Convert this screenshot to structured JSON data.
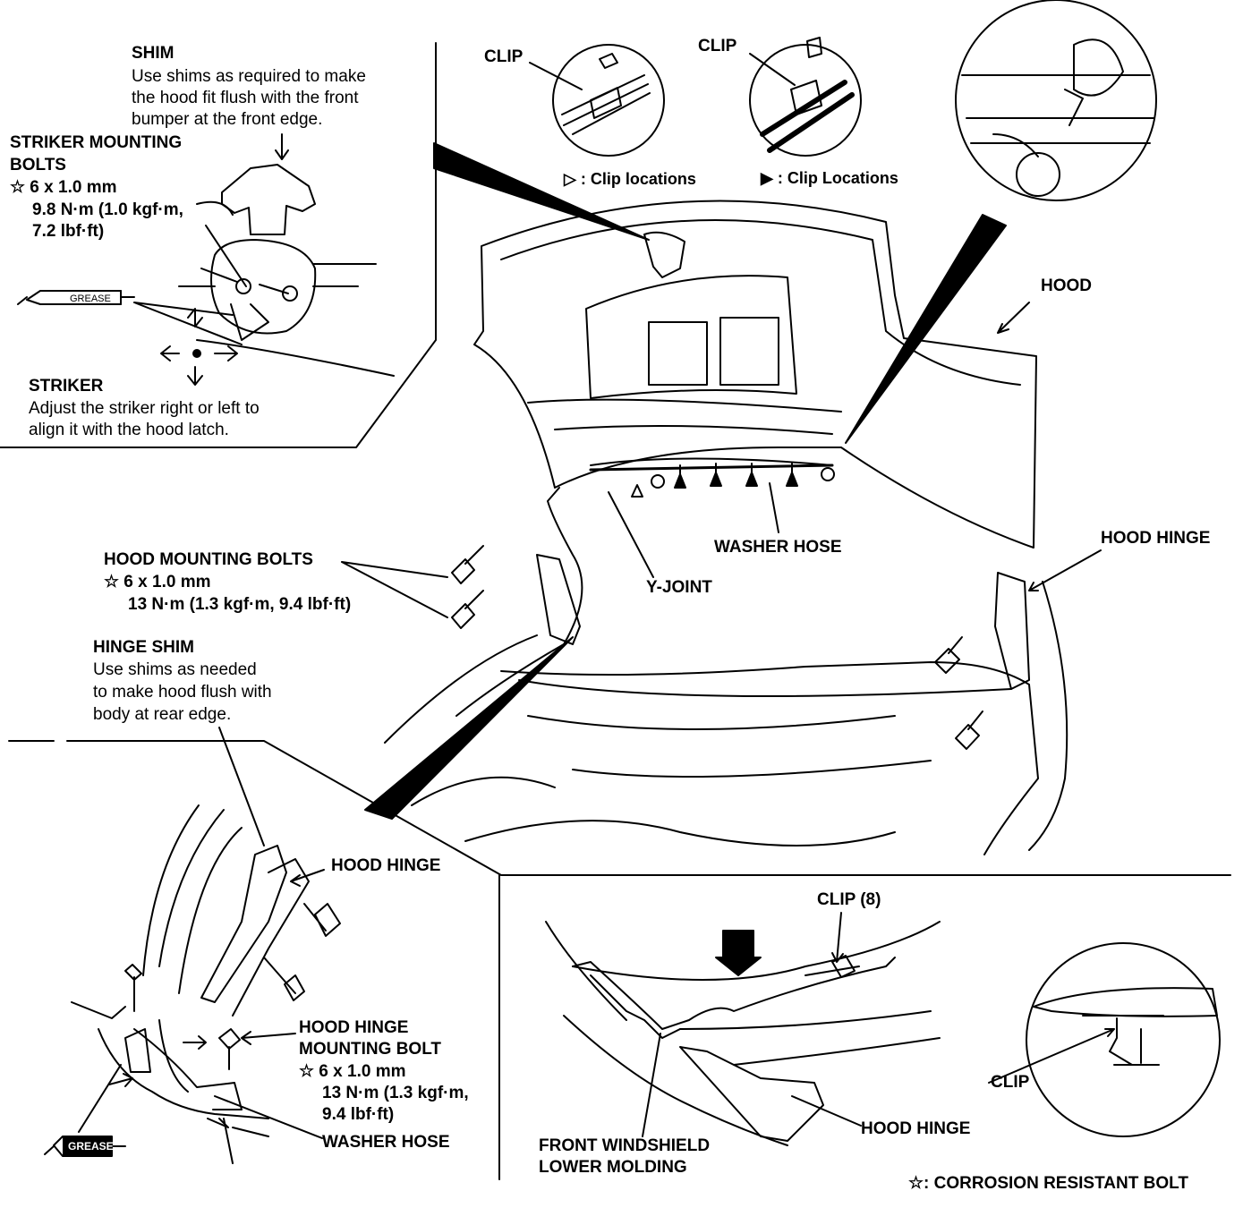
{
  "shim": {
    "title": "SHIM",
    "desc": [
      "Use shims as required to make",
      "the hood fit flush with the front",
      "bumper at the front edge."
    ]
  },
  "striker_bolts": {
    "title": [
      "STRIKER MOUNTING",
      "BOLTS"
    ],
    "spec": "☆ 6 x 1.0 mm",
    "torque": [
      "9.8 N·m (1.0 kgf·m,",
      "7.2 lbf·ft)"
    ]
  },
  "grease_label": "GREASE",
  "striker": {
    "title": "STRIKER",
    "desc": [
      "Adjust the striker right or left to",
      "align it with the hood latch."
    ]
  },
  "clip_left": {
    "label": "CLIP",
    "legend": "▷ : Clip locations"
  },
  "clip_right": {
    "label": "CLIP",
    "legend": "▶ : Clip Locations"
  },
  "hood": "HOOD",
  "hood_hinge_top": "HOOD HINGE",
  "washer_hose_center": "WASHER HOSE",
  "y_joint": "Y-JOINT",
  "hood_bolts": {
    "title": "HOOD MOUNTING BOLTS",
    "spec": "☆ 6 x 1.0 mm",
    "torque": "13 N·m (1.3 kgf·m, 9.4 lbf·ft)"
  },
  "hinge_shim": {
    "title": "HINGE SHIM",
    "desc": [
      "Use shims as needed",
      "to make hood flush with",
      "body at rear edge."
    ]
  },
  "hood_hinge_left": "HOOD HINGE",
  "hinge_bolt": {
    "title": [
      "HOOD HINGE",
      "MOUNTING BOLT"
    ],
    "spec": "☆ 6 x 1.0 mm",
    "torque": [
      "13 N·m (1.3 kgf·m,",
      "9.4 lbf·ft)"
    ]
  },
  "washer_hose_left": "WASHER HOSE",
  "clip_count": "CLIP (8)",
  "clip_bottom": "CLIP",
  "molding": [
    "FRONT WINDSHIELD",
    "LOWER MOLDING"
  ],
  "hood_hinge_bottom": "HOOD HINGE",
  "legend_note": "☆: CORROSION RESISTANT BOLT"
}
